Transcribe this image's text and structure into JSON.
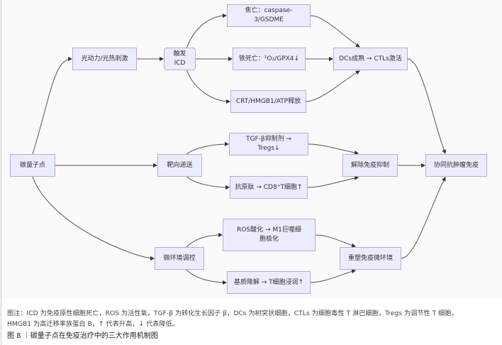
{
  "diagram": {
    "nodes": {
      "cqd": "碳量子点",
      "photo": "光动力/光热刺激",
      "icd": "触发ICD",
      "pyro": "焦亡：caspase-3/GSDME",
      "ferro": "铁死亡：¹O₂/GPX4↓",
      "crt": "CRT/HMGB1/ATP释放",
      "dcs": "DCs成熟 → CTLs激活",
      "target": "靶向递送",
      "tgf": "TGF-β抑制剂 → Tregs↓",
      "antigen": "抗原肽 → CD8⁺T细胞↑",
      "relieve": "解除免疫抑制",
      "synergy": "协同抗肿瘤免疫",
      "micro": "微环境调控",
      "ros": "ROS酸化 → M1巨噬细胞极化",
      "matrix": "基质降解 → T细胞浸润↑",
      "reshape": "重塑免疫微环境"
    },
    "edges": [
      [
        "cqd",
        "photo"
      ],
      [
        "photo",
        "icd"
      ],
      [
        "icd",
        "pyro"
      ],
      [
        "icd",
        "ferro"
      ],
      [
        "icd",
        "crt"
      ],
      [
        "pyro",
        "dcs"
      ],
      [
        "ferro",
        "dcs"
      ],
      [
        "crt",
        "dcs"
      ],
      [
        "dcs",
        "synergy"
      ],
      [
        "cqd",
        "target"
      ],
      [
        "target",
        "tgf"
      ],
      [
        "target",
        "antigen"
      ],
      [
        "tgf",
        "relieve"
      ],
      [
        "antigen",
        "relieve"
      ],
      [
        "relieve",
        "synergy"
      ],
      [
        "cqd",
        "micro"
      ],
      [
        "micro",
        "ros"
      ],
      [
        "micro",
        "matrix"
      ],
      [
        "ros",
        "reshape"
      ],
      [
        "matrix",
        "reshape"
      ],
      [
        "reshape",
        "synergy"
      ]
    ]
  },
  "caption": {
    "note_line1": "图注：ICD 为免疫原性细胞死亡，ROS 为活性氧，TGF-β 为转化生长因子 β，DCs 为树突状细胞，CTLs 为细胞毒性 T 淋巴细胞，Tregs 为调节性 T 细胞，",
    "note_line2": "HMGB1 为高迁移率族蛋白 B，↑ 代表升高，↓ 代表降低。",
    "figure_title": "图 8 ｜碳量子点在免疫治疗中的三大作用机制图"
  },
  "colors": {
    "node_fill": "#ECECFF",
    "node_border": "#b9a9e0",
    "edge": "#555555"
  }
}
